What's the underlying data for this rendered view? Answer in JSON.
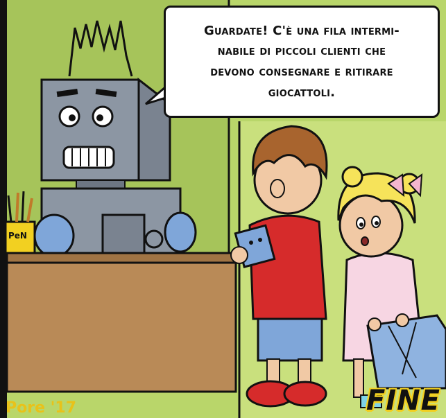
{
  "speech_bubble": {
    "lines": [
      "Guardate! C'è una fila intermi-",
      "nabile di piccoli clienti che",
      "devono consegnare e ritirare",
      "giocattoli."
    ]
  },
  "desk": {
    "pen_cup_label": "PeN"
  },
  "footer": {
    "end_label": "FINE",
    "signature": "Pore '17"
  },
  "colors": {
    "wall": "#b9d66a",
    "robot": "#8c96a3",
    "desk": "#b98a57",
    "boy_shirt": "#d62b2b",
    "girl_dress": "#f7d6e3",
    "girl_hair": "#f6e35a",
    "fine_outline": "#f2d021"
  }
}
